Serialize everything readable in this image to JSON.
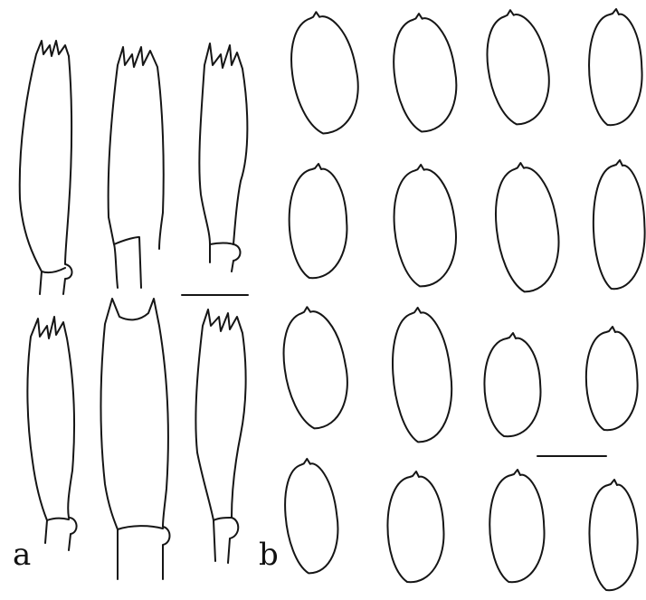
{
  "figure": {
    "panels": [
      {
        "id": "a",
        "label": "a",
        "content": "basidia",
        "count": 6,
        "has_scale_bar": true
      },
      {
        "id": "b",
        "label": "b",
        "content": "basidiospores",
        "count": 16,
        "has_scale_bar": true
      }
    ],
    "ink_color": "#151515",
    "background": "#ffffff"
  }
}
